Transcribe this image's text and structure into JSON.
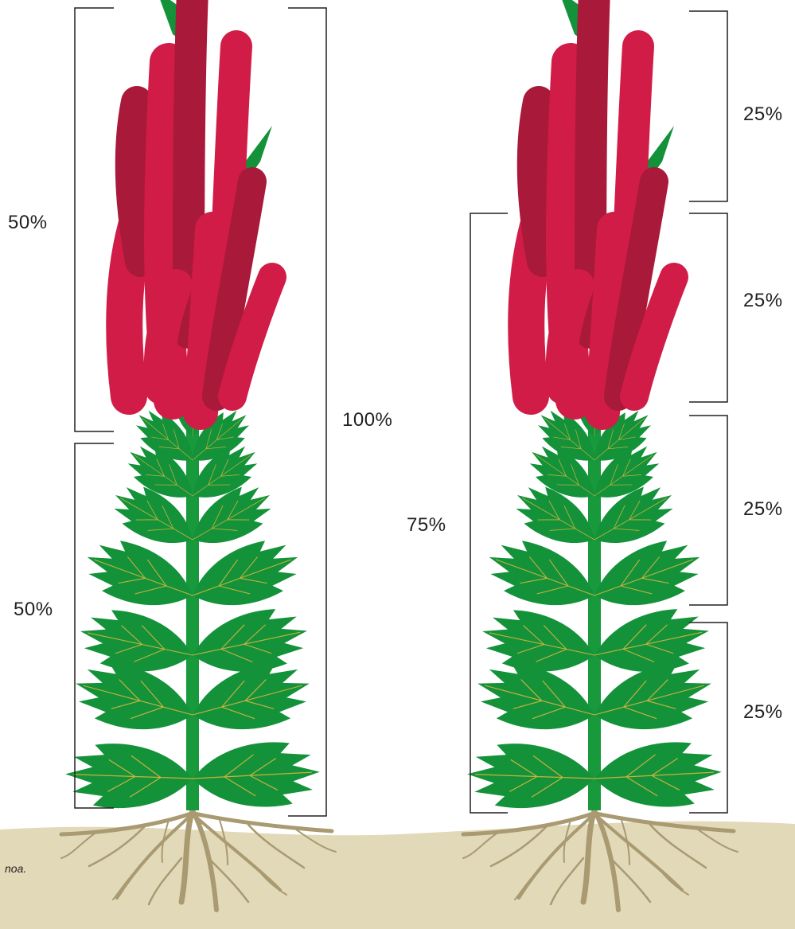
{
  "colors": {
    "background": "#ffffff",
    "soil": "#e2d9b8",
    "root": "#a99a72",
    "stem": "#189a3c",
    "leaf": "#13923a",
    "leaf_dark": "#0c7a2e",
    "leaf_vein": "#c8b23c",
    "flower_bright": "#d01c46",
    "flower_dark": "#a8193a",
    "bracket": "#231f20"
  },
  "icons": [
    "amaranth-plant-icon",
    "amaranth-plant-icon"
  ],
  "left_plant": {
    "top_half_label": "50%",
    "bottom_half_label": "50%",
    "total_label": "100%"
  },
  "right_plant": {
    "lower_three_quarters_label": "75%",
    "quarter_labels": [
      "25%",
      "25%",
      "25%",
      "25%"
    ]
  },
  "caption": "noa."
}
